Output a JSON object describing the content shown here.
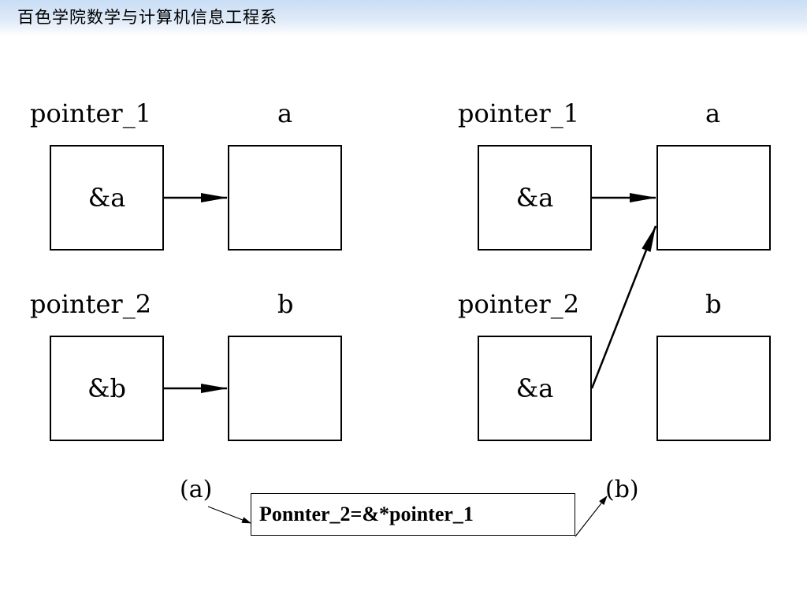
{
  "header": {
    "title": "百色学院数学与计算机信息工程系"
  },
  "diagram_a": {
    "pointer_1": {
      "label": "pointer_1",
      "value": "&a"
    },
    "var_a": {
      "label": "a"
    },
    "pointer_2": {
      "label": "pointer_2",
      "value": "&b"
    },
    "var_b": {
      "label": "b"
    },
    "caption": "(a)"
  },
  "diagram_b": {
    "pointer_1": {
      "label": "pointer_1",
      "value": "&a"
    },
    "var_a": {
      "label": "a"
    },
    "pointer_2": {
      "label": "pointer_2",
      "value": "&a"
    },
    "var_b": {
      "label": "b"
    },
    "caption": "(b)"
  },
  "formula": "Ponnter_2=&*pointer_1"
}
